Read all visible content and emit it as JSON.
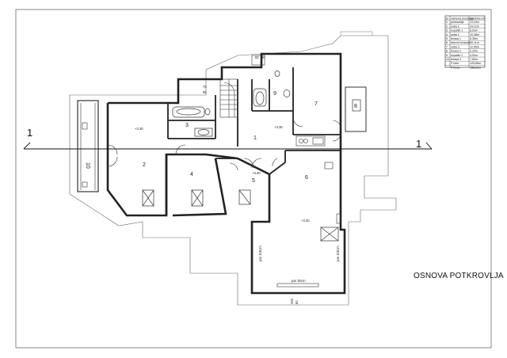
{
  "drawing": {
    "title": "OSNOVA POTKROVLJA",
    "section_mark": "1",
    "level_mark": "+3.30",
    "stair_dim_top": "75",
    "stair_dim_bottom": "85",
    "bottom_dim_top": "265",
    "bottom_dim_bottom": "80",
    "window_note": "par 100cm",
    "window_note_bottom": "par 30cm",
    "small_top_dims": [
      "82",
      "90"
    ]
  },
  "rooms": [
    {
      "id": "1",
      "label": "1"
    },
    {
      "id": "2",
      "label": "2"
    },
    {
      "id": "3",
      "label": "3"
    },
    {
      "id": "4",
      "label": "4"
    },
    {
      "id": "5",
      "label": "5"
    },
    {
      "id": "6",
      "label": "6"
    },
    {
      "id": "7",
      "label": "7"
    },
    {
      "id": "8",
      "label": "8"
    },
    {
      "id": "9",
      "label": "9"
    },
    {
      "id": "10",
      "label": "10"
    }
  ],
  "legend": {
    "header": [
      "br.",
      "namena prostorija",
      "površina m²"
    ],
    "rows": [
      [
        "1.",
        "predsoblje",
        "13,04m"
      ],
      [
        "2.",
        "soba 1",
        "24,21m"
      ],
      [
        "3.",
        "kupatilo 1",
        "6,03m"
      ],
      [
        "4.",
        "soba 2",
        "10,38m"
      ],
      [
        "5.",
        "terasa 1",
        "5,35m"
      ],
      [
        "6.",
        "dnevni boravak",
        "39,11m"
      ],
      [
        "7.",
        "soba 3",
        "12,69m"
      ],
      [
        "8.",
        "terasa 2",
        "2,24m"
      ],
      [
        "9.",
        "kupatilo 2",
        "4,00m"
      ],
      [
        "10.",
        "terasa 3",
        "7,83m"
      ]
    ],
    "totals": [
      [
        "P neto",
        "125,65m"
      ],
      [
        "P bruto",
        "158,81m"
      ]
    ]
  }
}
